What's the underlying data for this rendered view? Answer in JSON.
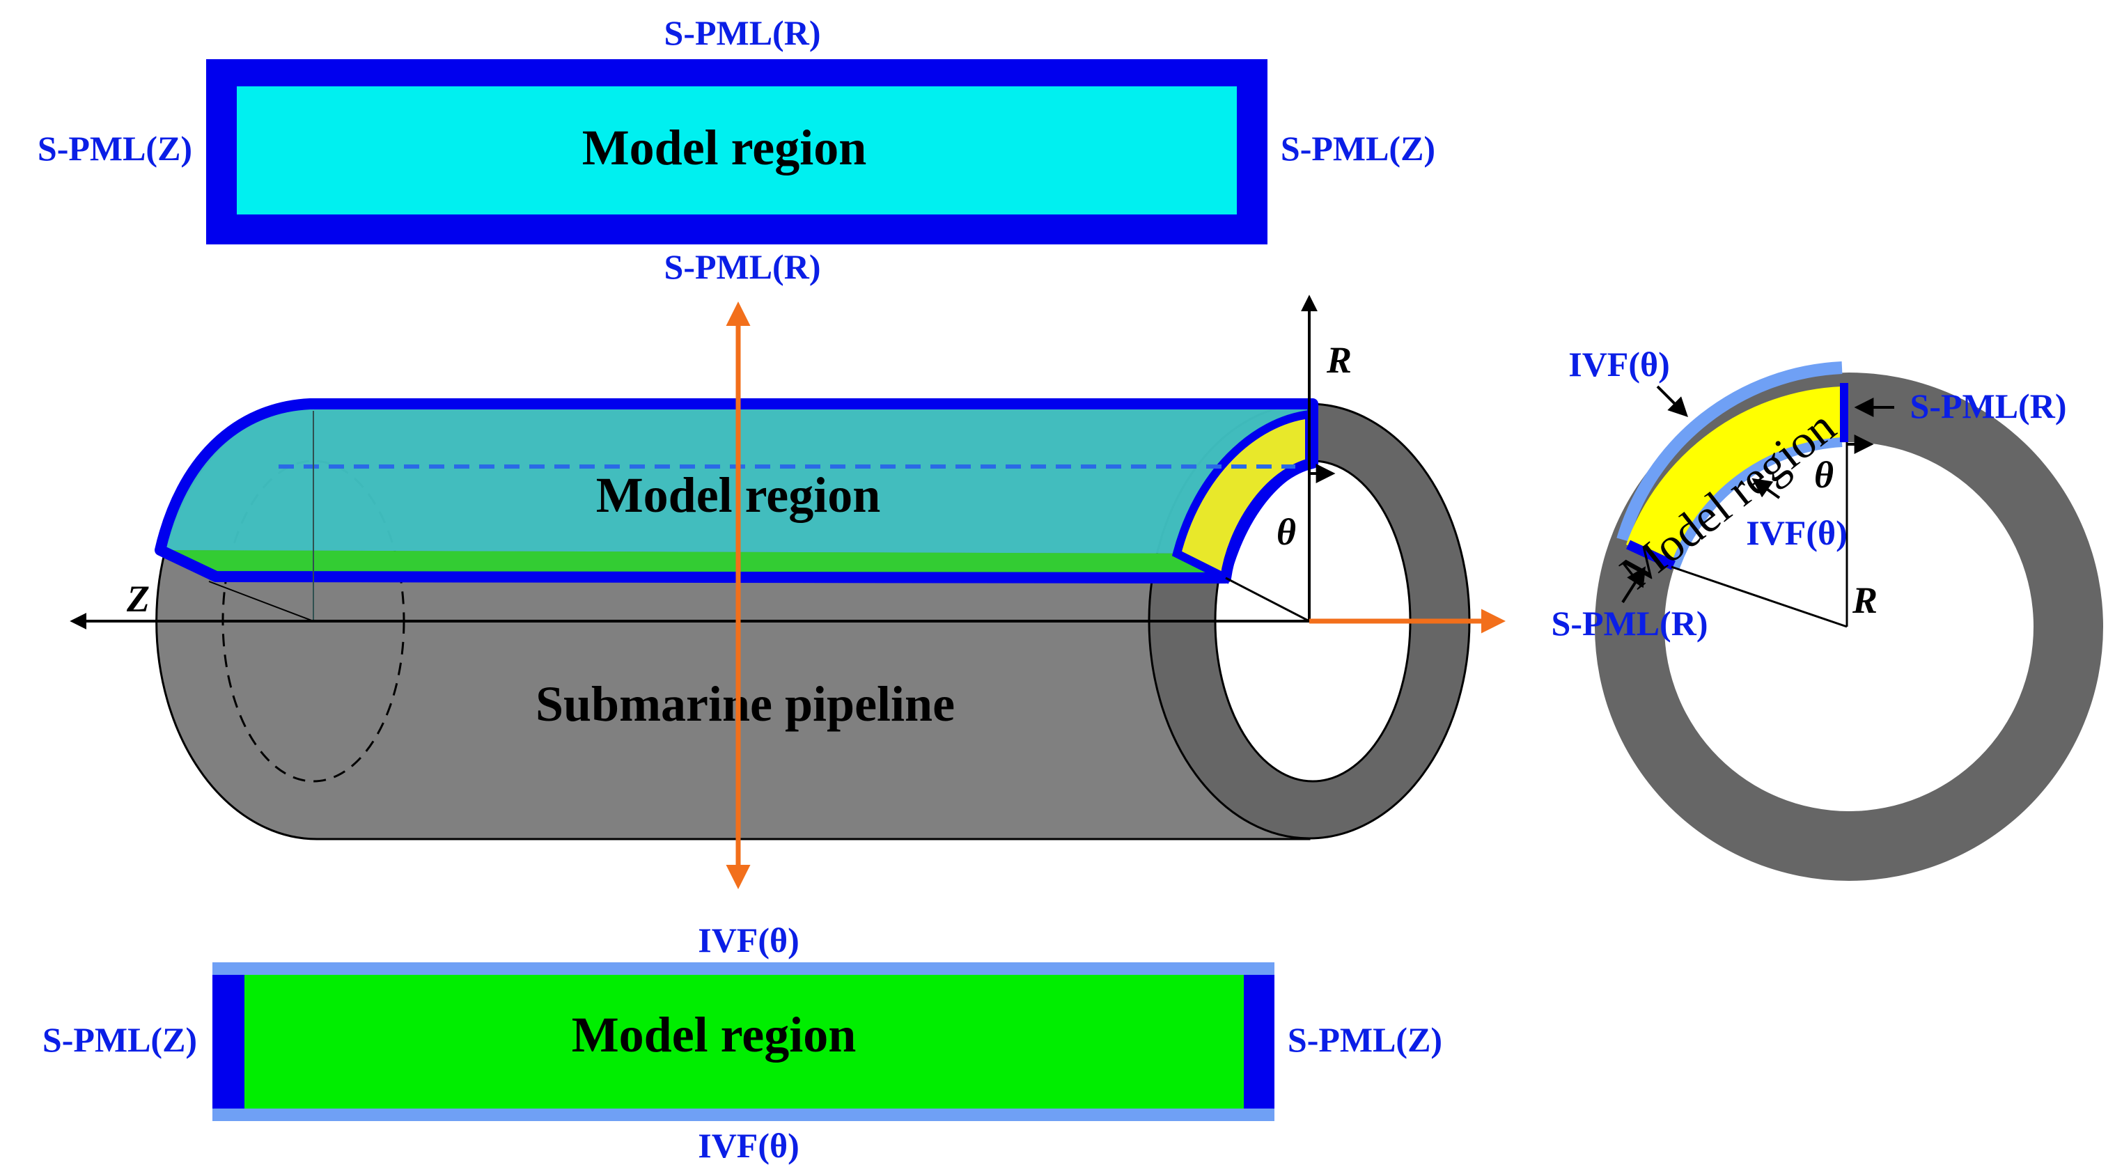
{
  "colors": {
    "spml": "#0000ee",
    "ivf": "#6fa0f5",
    "model_top": "#00f0f0",
    "model_bottom": "#00ee00",
    "model_surface": "#40bfc0",
    "pipe_body": "#808080",
    "pipe_ring": "#666666",
    "model_section": "#ffff00",
    "arrow_orange": "#f26f1b",
    "label_blue": "#0a1ee6"
  },
  "top_panel": {
    "title": "Model region",
    "top_label": "S-PML(R)",
    "bottom_label": "S-PML(R)",
    "left_label": "S-PML(Z)",
    "right_label": "S-PML(Z)"
  },
  "bottom_panel": {
    "title": "Model region",
    "top_label": "IVF(θ)",
    "bottom_label": "IVF(θ)",
    "left_label": "S-PML(Z)",
    "right_label": "S-PML(Z)"
  },
  "pipeline": {
    "model_label": "Model region",
    "pipe_label": "Submarine pipeline",
    "axis_z": "Z",
    "axis_r": "R",
    "axis_theta": "θ"
  },
  "cross_section": {
    "model_label": "Model region",
    "ivf_outer_label": "IVF(θ)",
    "ivf_inner_label": "IVF(θ)",
    "spml_right_label": "S-PML(R)",
    "spml_left_label": "S-PML(R)",
    "axis_theta": "θ",
    "axis_r": "R"
  },
  "icons": [
    "arrow-right-icon",
    "arrow-up-icon",
    "arrow-left-icon",
    "orange-double-arrow-icon"
  ]
}
